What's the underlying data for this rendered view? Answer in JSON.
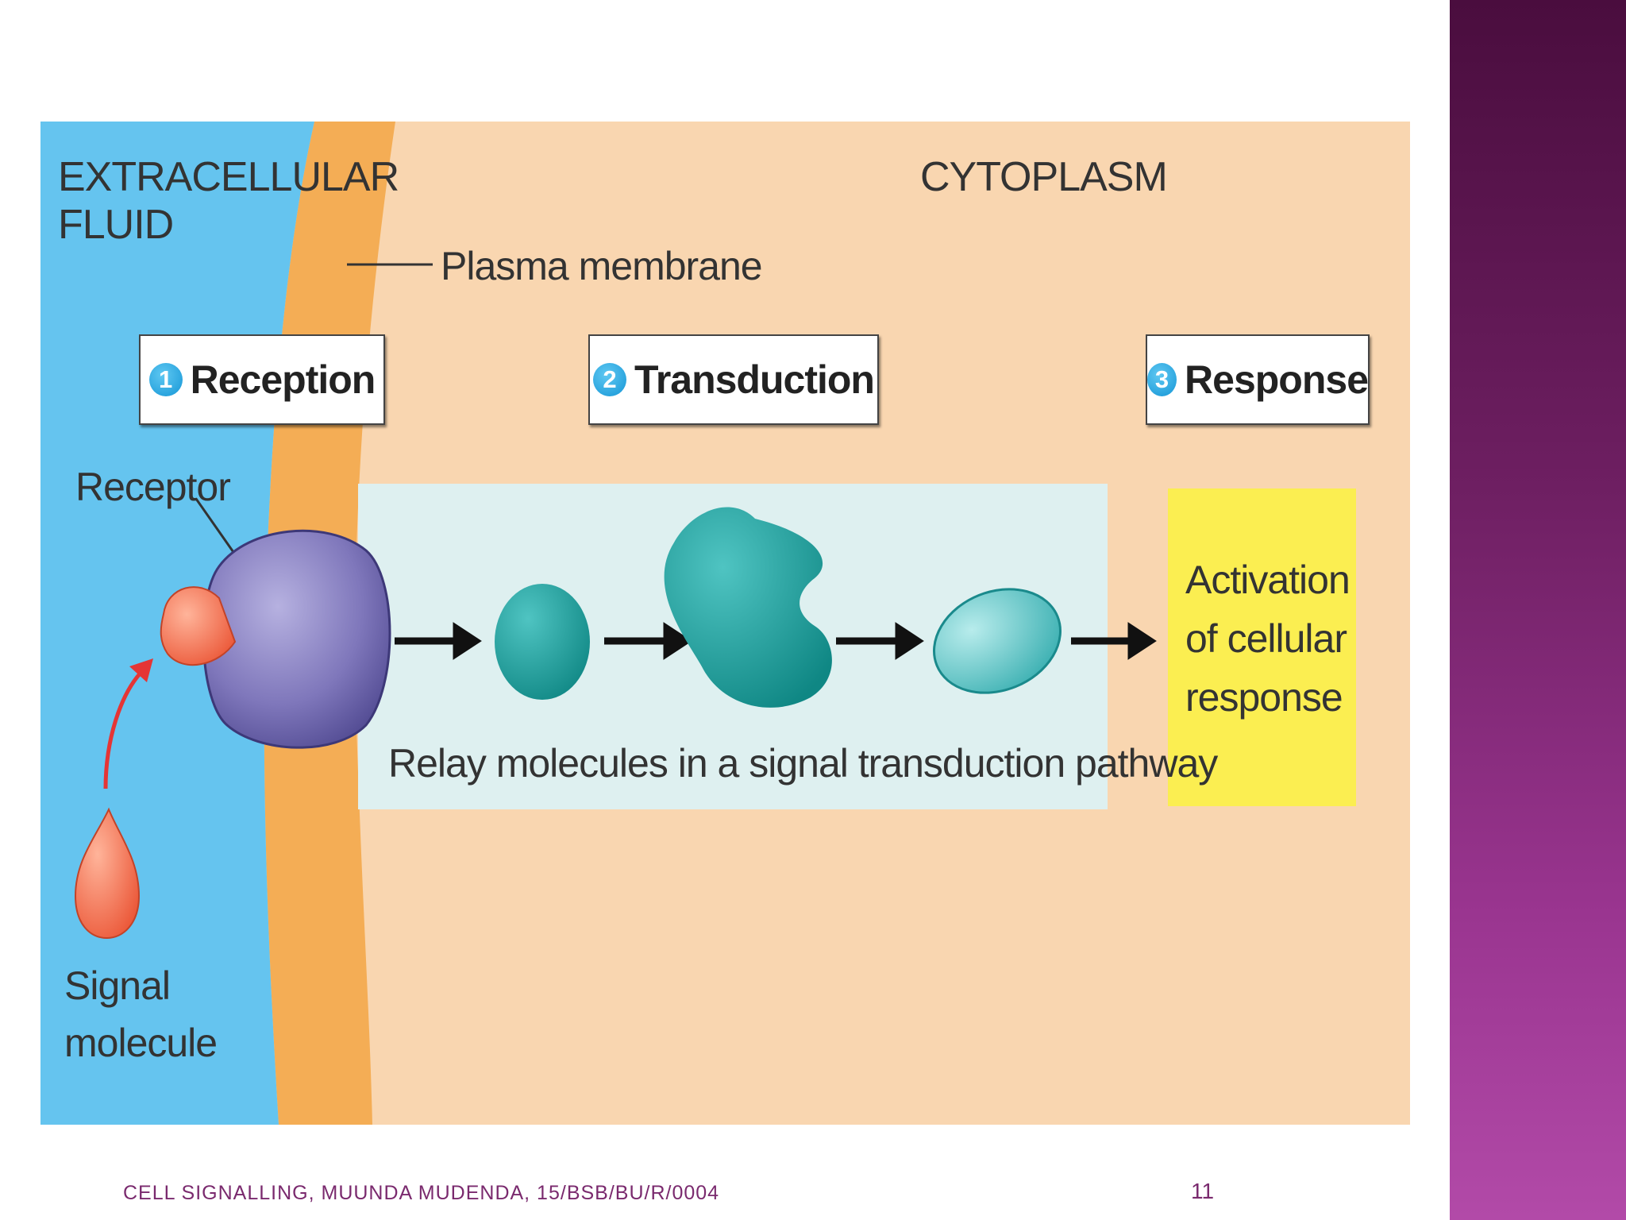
{
  "diagram": {
    "extracellular_label_line1": "EXTRACELLULAR",
    "extracellular_label_line2": "FLUID",
    "cytoplasm_label": "CYTOPLASM",
    "membrane_label": "Plasma membrane",
    "steps": [
      {
        "number": "1",
        "label": "Reception"
      },
      {
        "number": "2",
        "label": "Transduction"
      },
      {
        "number": "3",
        "label": "Response"
      }
    ],
    "receptor_label": "Receptor",
    "signal_label_line1": "Signal",
    "signal_label_line2": "molecule",
    "relay_label": "Relay molecules in a signal transduction pathway",
    "response_line1": "Activation",
    "response_line2": "of cellular",
    "response_line3": "response",
    "colors": {
      "extracellular": "#65c4ef",
      "membrane": "#f4ad55",
      "cytoplasm": "#f9d6b0",
      "relay_box": "#def0f0",
      "response_box": "#fbee51",
      "receptor": "#7a71b5",
      "relay_molecule": "#1a9e9c",
      "signal": "#f06a4e"
    }
  },
  "footer": {
    "text": "CELL SIGNALLING, MUUNDA MUDENDA, 15/BSB/BU/R/0004",
    "page_number": "11"
  }
}
